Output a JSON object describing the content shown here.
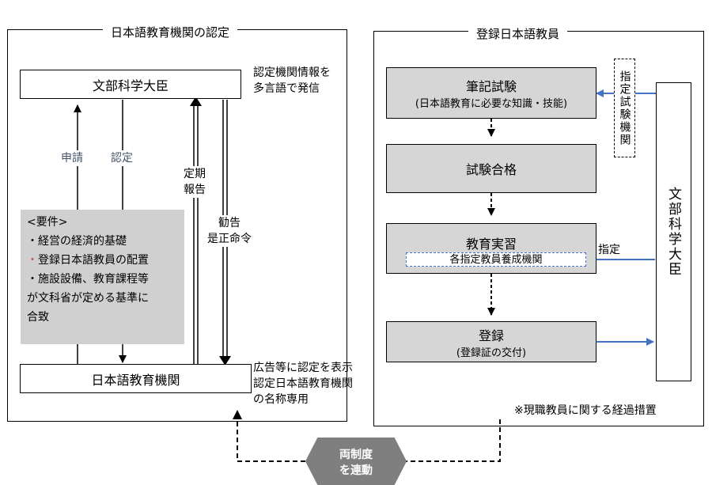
{
  "left_panel": {
    "title": "日本語教育機関の認定",
    "minister": "文部科学大臣",
    "institution": "日本語教育機関",
    "apply_label": "申請",
    "certify_label": "認定",
    "periodic_report_label": [
      "定期",
      "報告"
    ],
    "recommend_label": [
      "勧告",
      "是正命令"
    ],
    "publish_note": [
      "認定機関情報を",
      "多言語で発信"
    ],
    "ad_note": [
      "広告等に認定を表示",
      "認定日本語教育機関",
      "の名称専用"
    ],
    "requirements": {
      "heading": "<要件>",
      "items": [
        {
          "bullet": "・",
          "text": "経営の経済的基礎",
          "red": false
        },
        {
          "bullet": "・",
          "text": "登録日本語教員の配置",
          "red": true
        },
        {
          "bullet": "・",
          "text": "施設設備、教育課程等",
          "red": false
        }
      ],
      "continuation": [
        "が文科省が定める基準に",
        "合致"
      ]
    }
  },
  "right_panel": {
    "title": "登録日本語教員",
    "steps": [
      {
        "title": "筆記試験",
        "sub": "(日本語教育に必要な知識・技能)"
      },
      {
        "title": "試験合格",
        "sub": ""
      },
      {
        "title": "教育実習",
        "sub": "各指定教員養成機関"
      },
      {
        "title": "登録",
        "sub": "(登録証の交付)"
      }
    ],
    "designated_exam_org": "指定試験機関",
    "minister": "文部科学大臣",
    "designate_label": "指定",
    "transitional_note": "※現職教員に関する経過措置"
  },
  "link_badge": [
    "両制度",
    "を連動"
  ],
  "colors": {
    "arrow_blue": "#4472c4",
    "box_gray": "#d6d6d6",
    "badge_gray": "#7f7f7f",
    "req_red": "#c0504d"
  }
}
